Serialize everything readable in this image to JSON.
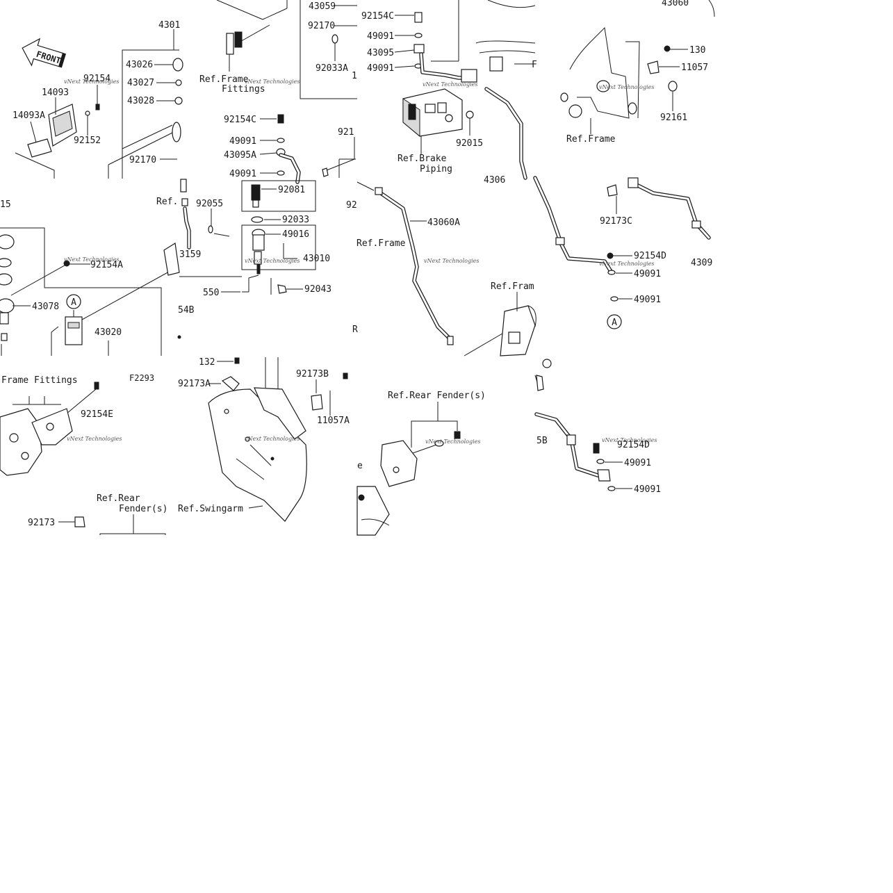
{
  "diagram": {
    "code": "F2293",
    "front_label": "FRONT",
    "watermark": "vNext Technologies",
    "part_labels": [
      {
        "id": "l1",
        "text": "43059"
      },
      {
        "id": "l2",
        "text": "92154C"
      },
      {
        "id": "l3",
        "text": "92170"
      },
      {
        "id": "l4",
        "text": "49091"
      },
      {
        "id": "l5",
        "text": "43095"
      },
      {
        "id": "l6",
        "text": "49091"
      },
      {
        "id": "l7",
        "text": "92033A"
      },
      {
        "id": "l8",
        "text": "43060"
      },
      {
        "id": "l9",
        "text": "4301"
      },
      {
        "id": "l10",
        "text": "43026"
      },
      {
        "id": "l11",
        "text": "43027"
      },
      {
        "id": "l12",
        "text": "43028"
      },
      {
        "id": "l13",
        "text": "92154"
      },
      {
        "id": "l14",
        "text": "14093"
      },
      {
        "id": "l15",
        "text": "14093A"
      },
      {
        "id": "l16",
        "text": "92152"
      },
      {
        "id": "l17",
        "text": "92170"
      },
      {
        "id": "l18",
        "text": "92154C"
      },
      {
        "id": "l19",
        "text": "49091"
      },
      {
        "id": "l20",
        "text": "43095A"
      },
      {
        "id": "l21",
        "text": "49091"
      },
      {
        "id": "l22",
        "text": "92081"
      },
      {
        "id": "l23",
        "text": "92055"
      },
      {
        "id": "l24",
        "text": "92033"
      },
      {
        "id": "l25",
        "text": "49016"
      },
      {
        "id": "l26",
        "text": "43010"
      },
      {
        "id": "l27",
        "text": "3159"
      },
      {
        "id": "l28",
        "text": "550"
      },
      {
        "id": "l29",
        "text": "92043"
      },
      {
        "id": "l30",
        "text": "92015"
      },
      {
        "id": "l31",
        "text": "130"
      },
      {
        "id": "l32",
        "text": "11057"
      },
      {
        "id": "l33",
        "text": "92161"
      },
      {
        "id": "l34",
        "text": "92173C"
      },
      {
        "id": "l35",
        "text": "43060A"
      },
      {
        "id": "l36",
        "text": "92154D"
      },
      {
        "id": "l37",
        "text": "49091"
      },
      {
        "id": "l38",
        "text": "49091"
      },
      {
        "id": "l39",
        "text": "43078"
      },
      {
        "id": "l40",
        "text": "43020"
      },
      {
        "id": "l41",
        "text": "92154A"
      },
      {
        "id": "l42",
        "text": "92154E"
      },
      {
        "id": "l43",
        "text": "132"
      },
      {
        "id": "l44",
        "text": "92173A"
      },
      {
        "id": "l45",
        "text": "92173B"
      },
      {
        "id": "l46",
        "text": "11057A"
      },
      {
        "id": "l47",
        "text": "92173"
      },
      {
        "id": "l48",
        "text": "92154D"
      },
      {
        "id": "l49",
        "text": "49091"
      },
      {
        "id": "l50",
        "text": "49091"
      },
      {
        "id": "l51",
        "text": "15"
      },
      {
        "id": "l52",
        "text": "54B"
      },
      {
        "id": "l53",
        "text": "5B"
      },
      {
        "id": "l54",
        "text": "4309"
      },
      {
        "id": "l55",
        "text": "921"
      },
      {
        "id": "l56",
        "text": "92"
      },
      {
        "id": "l57",
        "text": "4306"
      },
      {
        "id": "l58",
        "text": "F"
      },
      {
        "id": "l59",
        "text": "e"
      },
      {
        "id": "l60",
        "text": "R"
      },
      {
        "id": "l61",
        "text": "1"
      }
    ],
    "ref_labels": [
      {
        "id": "r1",
        "text": "Ref.Frame"
      },
      {
        "id": "r2",
        "text": "Fittings"
      },
      {
        "id": "r3",
        "text": "Ref.Brake"
      },
      {
        "id": "r4",
        "text": "Piping"
      },
      {
        "id": "r5",
        "text": "Ref.Frame"
      },
      {
        "id": "r6",
        "text": "Ref."
      },
      {
        "id": "r7",
        "text": "Ref.Frame"
      },
      {
        "id": "r8",
        "text": "Ref.Fram"
      },
      {
        "id": "r9",
        "text": "Frame Fittings"
      },
      {
        "id": "r10",
        "text": "Ref.Rear Fender(s)"
      },
      {
        "id": "r11",
        "text": "Ref.Rear"
      },
      {
        "id": "r12",
        "text": "Fender(s)"
      },
      {
        "id": "r13",
        "text": "Ref.Swingarm"
      }
    ],
    "callout_marks": [
      {
        "id": "a1",
        "text": "A"
      },
      {
        "id": "a2",
        "text": "A"
      }
    ]
  }
}
